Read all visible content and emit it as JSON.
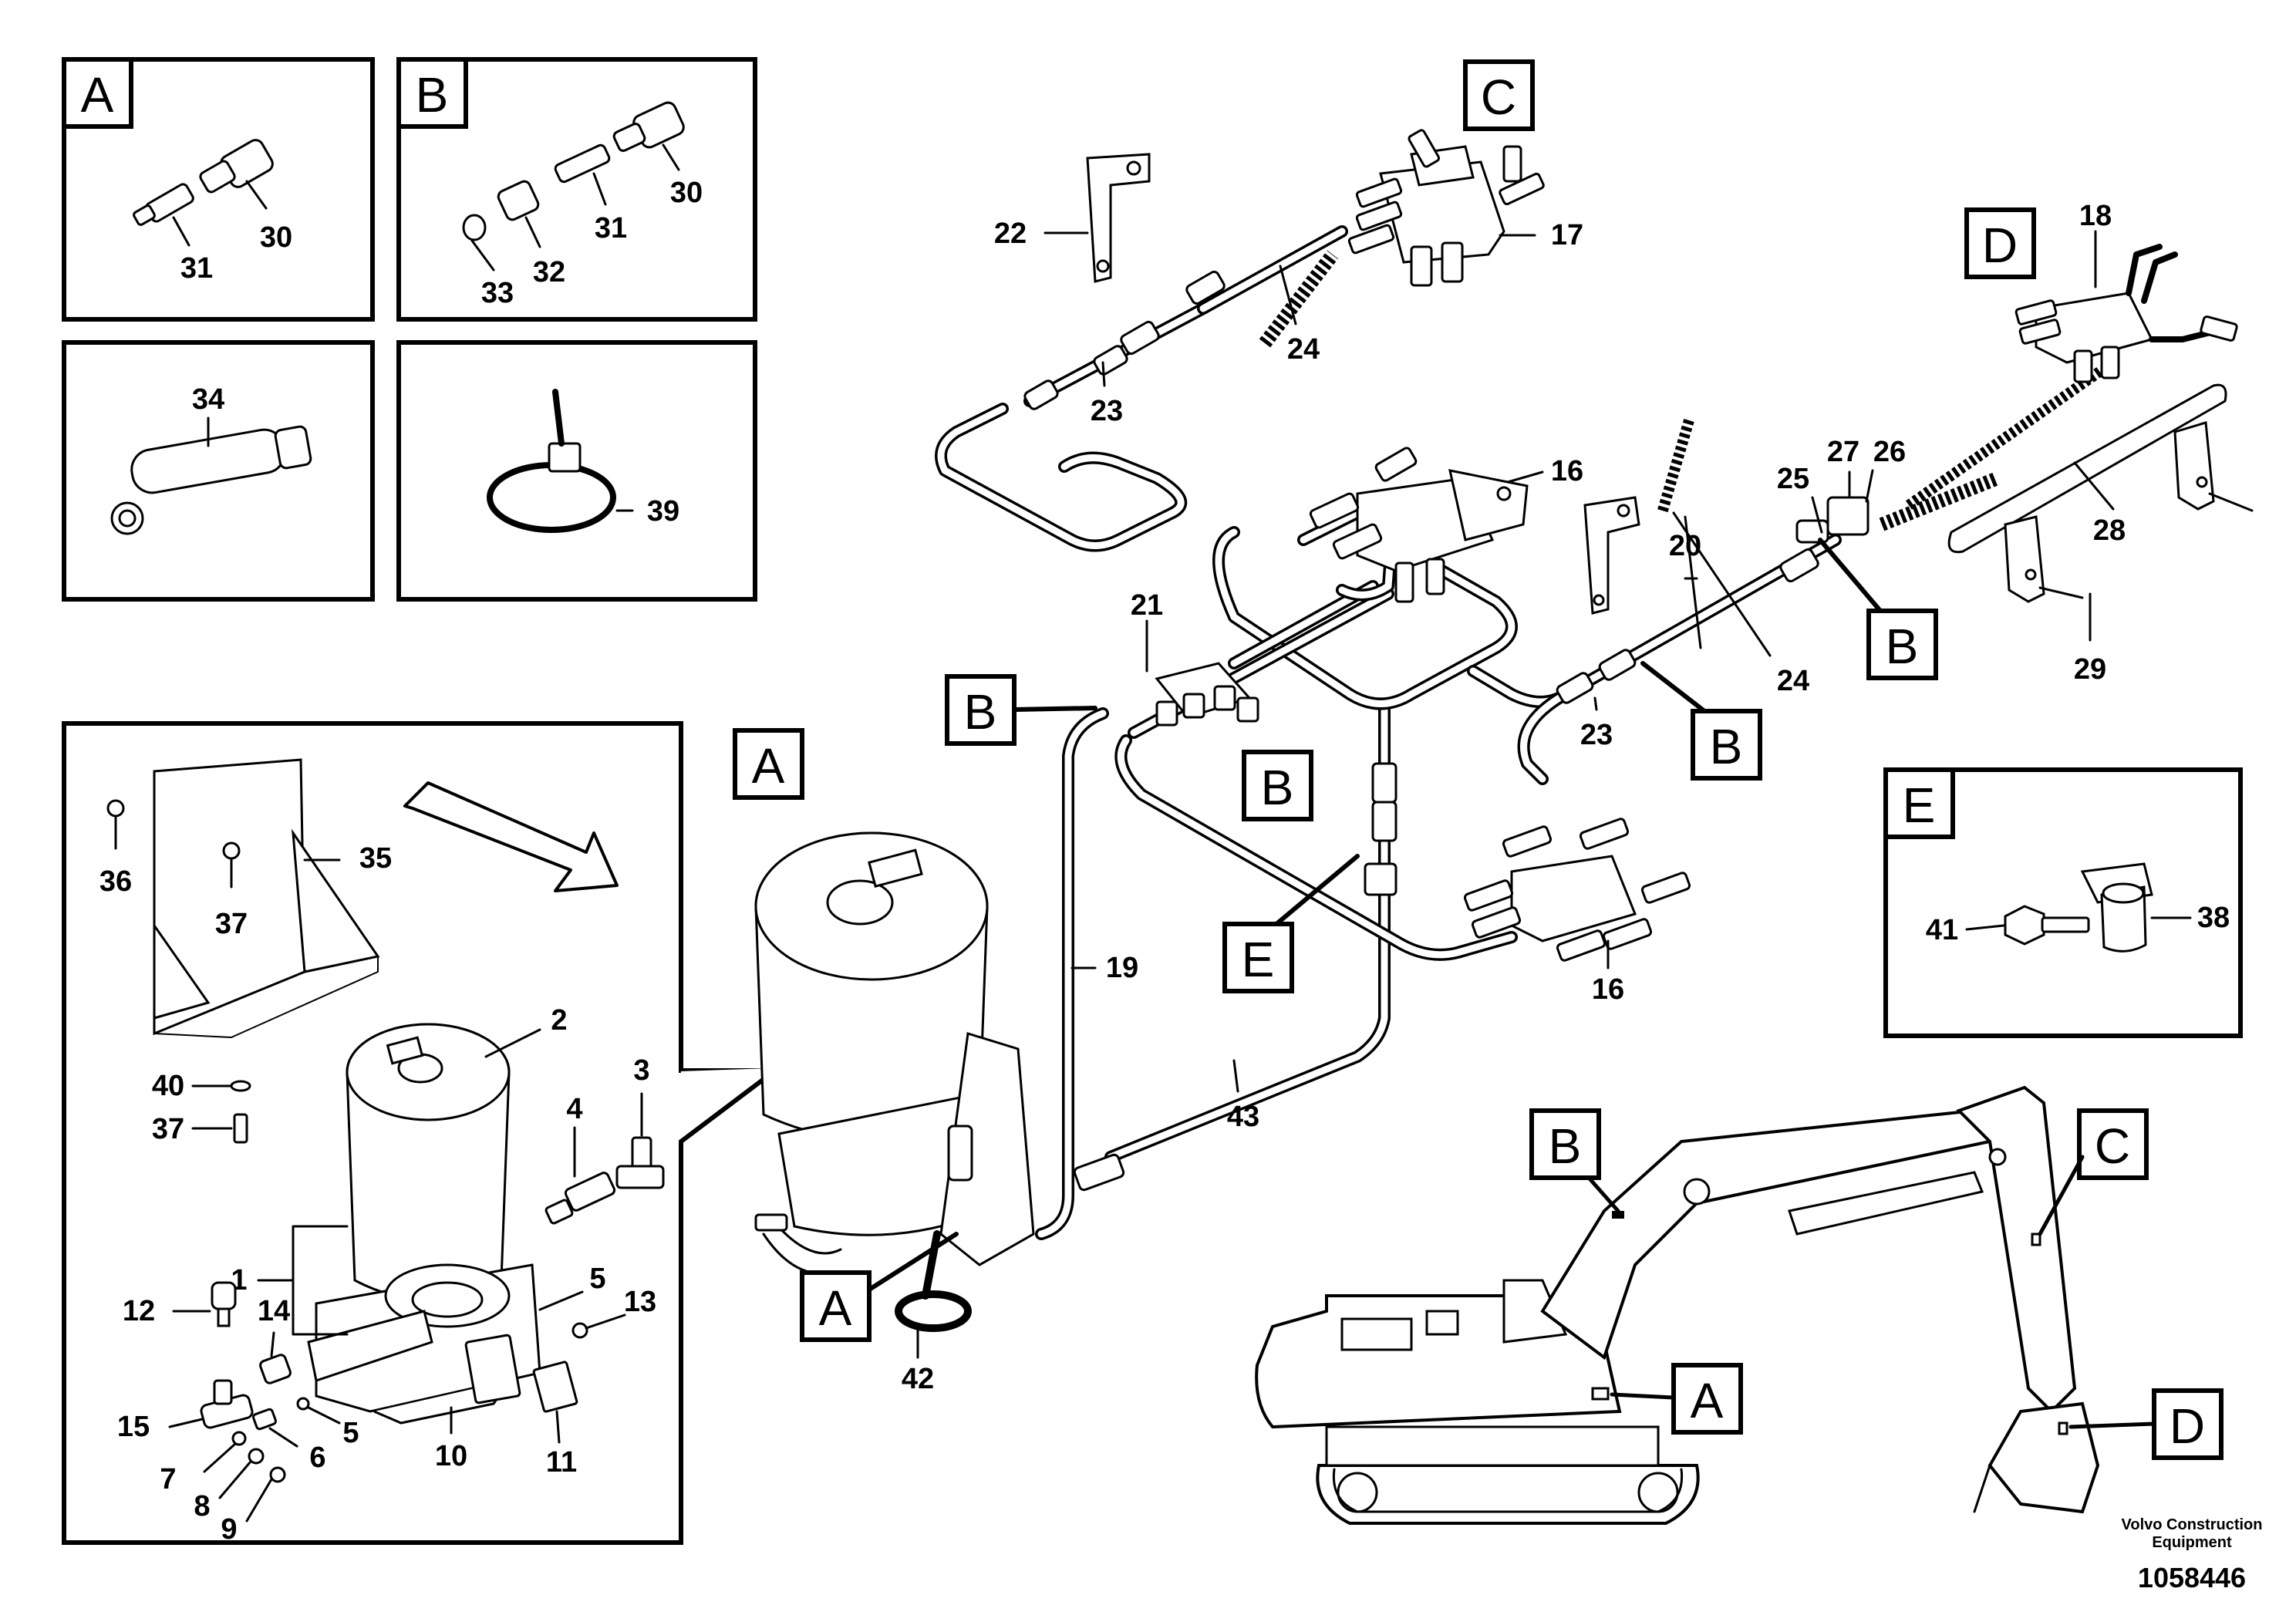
{
  "tags": {
    "A": "A",
    "B": "B",
    "C": "C",
    "D": "D",
    "E": "E"
  },
  "callouts": {
    "n1": "1",
    "n2": "2",
    "n3": "3",
    "n4": "4",
    "n5a": "5",
    "n5b": "5",
    "n6": "6",
    "n7": "7",
    "n8": "8",
    "n9": "9",
    "n10": "10",
    "n11": "11",
    "n12": "12",
    "n13": "13",
    "n14": "14",
    "n15": "15",
    "n16a": "16",
    "n16b": "16",
    "n17": "17",
    "n18": "18",
    "n19": "19",
    "n20": "20",
    "n21": "21",
    "n22": "22",
    "n23a": "23",
    "n23b": "23",
    "n24a": "24",
    "n24b": "24",
    "n25": "25",
    "n26": "26",
    "n27": "27",
    "n28": "28",
    "n29": "29",
    "n30a": "30",
    "n30b": "30",
    "n31a": "31",
    "n31b": "31",
    "n32": "32",
    "n33": "33",
    "n34": "34",
    "n35": "35",
    "n36": "36",
    "n37a": "37",
    "n37b": "37",
    "n38": "38",
    "n39": "39",
    "n40": "40",
    "n41": "41",
    "n42": "42",
    "n43": "43"
  },
  "footer": {
    "brand_line1": "Volvo Construction",
    "brand_line2": "Equipment",
    "drawing_number": "1058446"
  }
}
